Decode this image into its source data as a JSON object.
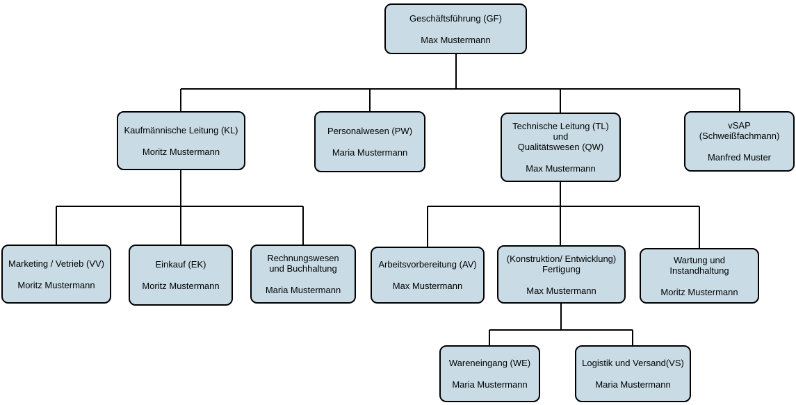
{
  "diagram": {
    "type": "org-chart",
    "colors": {
      "node_fill": "#c9dce6",
      "node_border": "#000000",
      "connector": "#000000",
      "background": "#ffffff"
    },
    "nodes": {
      "gf": {
        "title": "Geschäftsführung (GF)",
        "person": "Max Mustermann"
      },
      "kl": {
        "title": "Kaufmännische Leitung (KL)",
        "person": "Moritz Mustermann"
      },
      "pw": {
        "title": "Personalwesen (PW)",
        "person": "Maria Mustermann"
      },
      "tl": {
        "title": "Technische Leitung (TL)\nund\nQualitätswesen (QW)",
        "person": "Max Mustermann"
      },
      "vsap": {
        "title": "vSAP\n(Schweißfachmann)",
        "person": "Manfred Muster"
      },
      "vv": {
        "title": "Marketing / Vetrieb (VV)",
        "person": "Moritz Mustermann"
      },
      "ek": {
        "title": "Einkauf (EK)",
        "person": "Moritz Mustermann"
      },
      "rw": {
        "title": "Rechnungswesen\nund Buchhaltung",
        "person": "Maria Mustermann"
      },
      "av": {
        "title": "Arbeitsvorbereitung (AV)",
        "person": "Max Mustermann"
      },
      "fe": {
        "title": "(Konstruktion/ Entwicklung)\nFertigung",
        "person": "Max Mustermann"
      },
      "wi": {
        "title": "Wartung und\nInstandhaltung",
        "person": "Moritz Mustermann"
      },
      "we": {
        "title": "Wareneingang (WE)",
        "person": "Maria Mustermann"
      },
      "vs": {
        "title": "Logistik und Versand(VS)",
        "person": "Maria Mustermann"
      }
    },
    "hierarchy": [
      {
        "parent": "Geschäftsführung (GF)",
        "children": [
          "Kaufmännische Leitung (KL)",
          "Personalwesen (PW)",
          "Technische Leitung (TL) und Qualitätswesen (QW)",
          "vSAP (Schweißfachmann)"
        ]
      },
      {
        "parent": "Kaufmännische Leitung (KL)",
        "children": [
          "Marketing / Vetrieb (VV)",
          "Einkauf (EK)",
          "Rechnungswesen und Buchhaltung"
        ]
      },
      {
        "parent": "Technische Leitung (TL) und Qualitätswesen (QW)",
        "children": [
          "Arbeitsvorbereitung (AV)",
          "(Konstruktion/ Entwicklung) Fertigung",
          "Wartung und Instandhaltung"
        ]
      },
      {
        "parent": "(Konstruktion/ Entwicklung) Fertigung",
        "children": [
          "Wareneingang (WE)",
          "Logistik und Versand(VS)"
        ]
      }
    ]
  }
}
